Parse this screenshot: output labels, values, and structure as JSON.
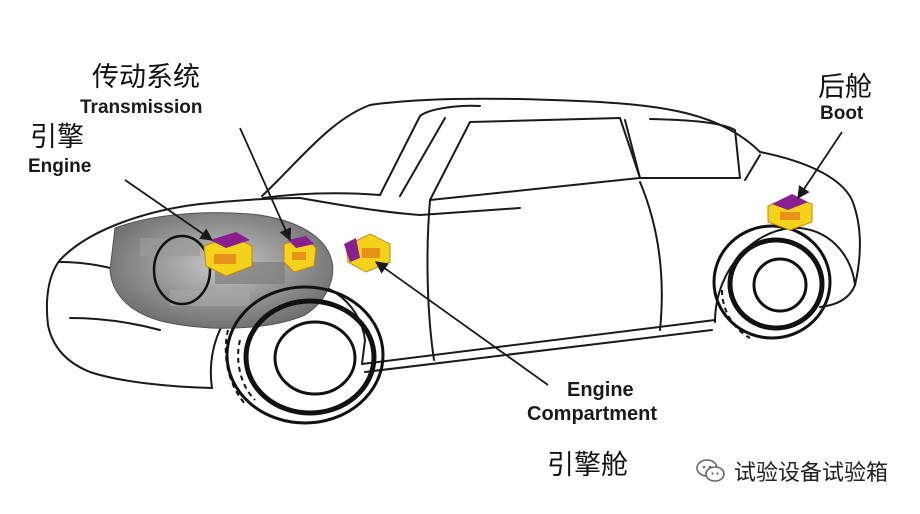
{
  "labels": {
    "transmission_cn": "传动系统",
    "transmission_en": "Transmission",
    "engine_cn": "引擎",
    "engine_en": "Engine",
    "boot_cn": "后舱",
    "boot_en": "Boot",
    "compartment_en_line1": "Engine",
    "compartment_en_line2": "Compartment",
    "compartment_cn": "引擎舱"
  },
  "watermark": {
    "text": "试验设备试验箱",
    "icon": "wechat-icon"
  },
  "colors": {
    "sensor_yellow": "#f2d21b",
    "sensor_orange": "#e8921a",
    "sensor_purple": "#8a1f8f",
    "outline": "#1a1a1a"
  }
}
